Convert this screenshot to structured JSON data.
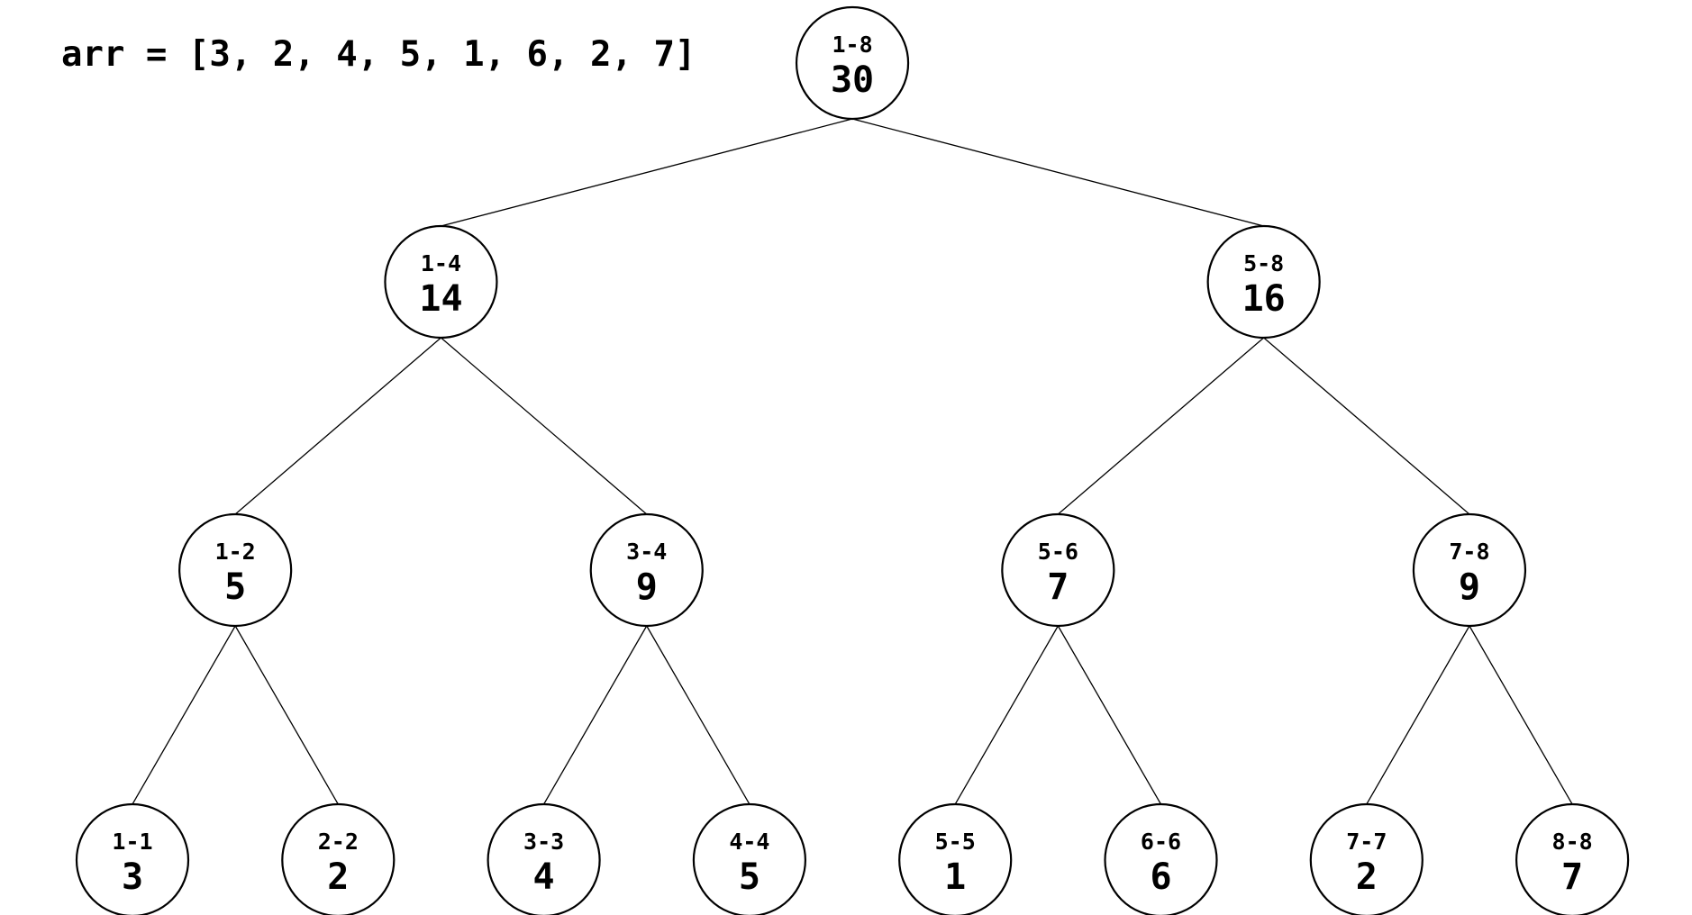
{
  "array_label": "arr = [3, 2, 4, 5, 1, 6, 2, 7]",
  "tree": {
    "nodes": [
      {
        "id": "1-8",
        "range": "1-8",
        "value": "30",
        "children": [
          "1-4",
          "5-8"
        ]
      },
      {
        "id": "1-4",
        "range": "1-4",
        "value": "14",
        "children": [
          "1-2",
          "3-4"
        ]
      },
      {
        "id": "5-8",
        "range": "5-8",
        "value": "16",
        "children": [
          "5-6",
          "7-8"
        ]
      },
      {
        "id": "1-2",
        "range": "1-2",
        "value": "5",
        "children": [
          "1-1",
          "2-2"
        ]
      },
      {
        "id": "3-4",
        "range": "3-4",
        "value": "9",
        "children": [
          "3-3",
          "4-4"
        ]
      },
      {
        "id": "5-6",
        "range": "5-6",
        "value": "7",
        "children": [
          "5-5",
          "6-6"
        ]
      },
      {
        "id": "7-8",
        "range": "7-8",
        "value": "9",
        "children": [
          "7-7",
          "8-8"
        ]
      },
      {
        "id": "1-1",
        "range": "1-1",
        "value": "3",
        "children": []
      },
      {
        "id": "2-2",
        "range": "2-2",
        "value": "2",
        "children": []
      },
      {
        "id": "3-3",
        "range": "3-3",
        "value": "4",
        "children": []
      },
      {
        "id": "4-4",
        "range": "4-4",
        "value": "5",
        "children": []
      },
      {
        "id": "5-5",
        "range": "5-5",
        "value": "1",
        "children": []
      },
      {
        "id": "6-6",
        "range": "6-6",
        "value": "6",
        "children": []
      },
      {
        "id": "7-7",
        "range": "7-7",
        "value": "2",
        "children": []
      },
      {
        "id": "8-8",
        "range": "8-8",
        "value": "7",
        "children": []
      }
    ]
  }
}
